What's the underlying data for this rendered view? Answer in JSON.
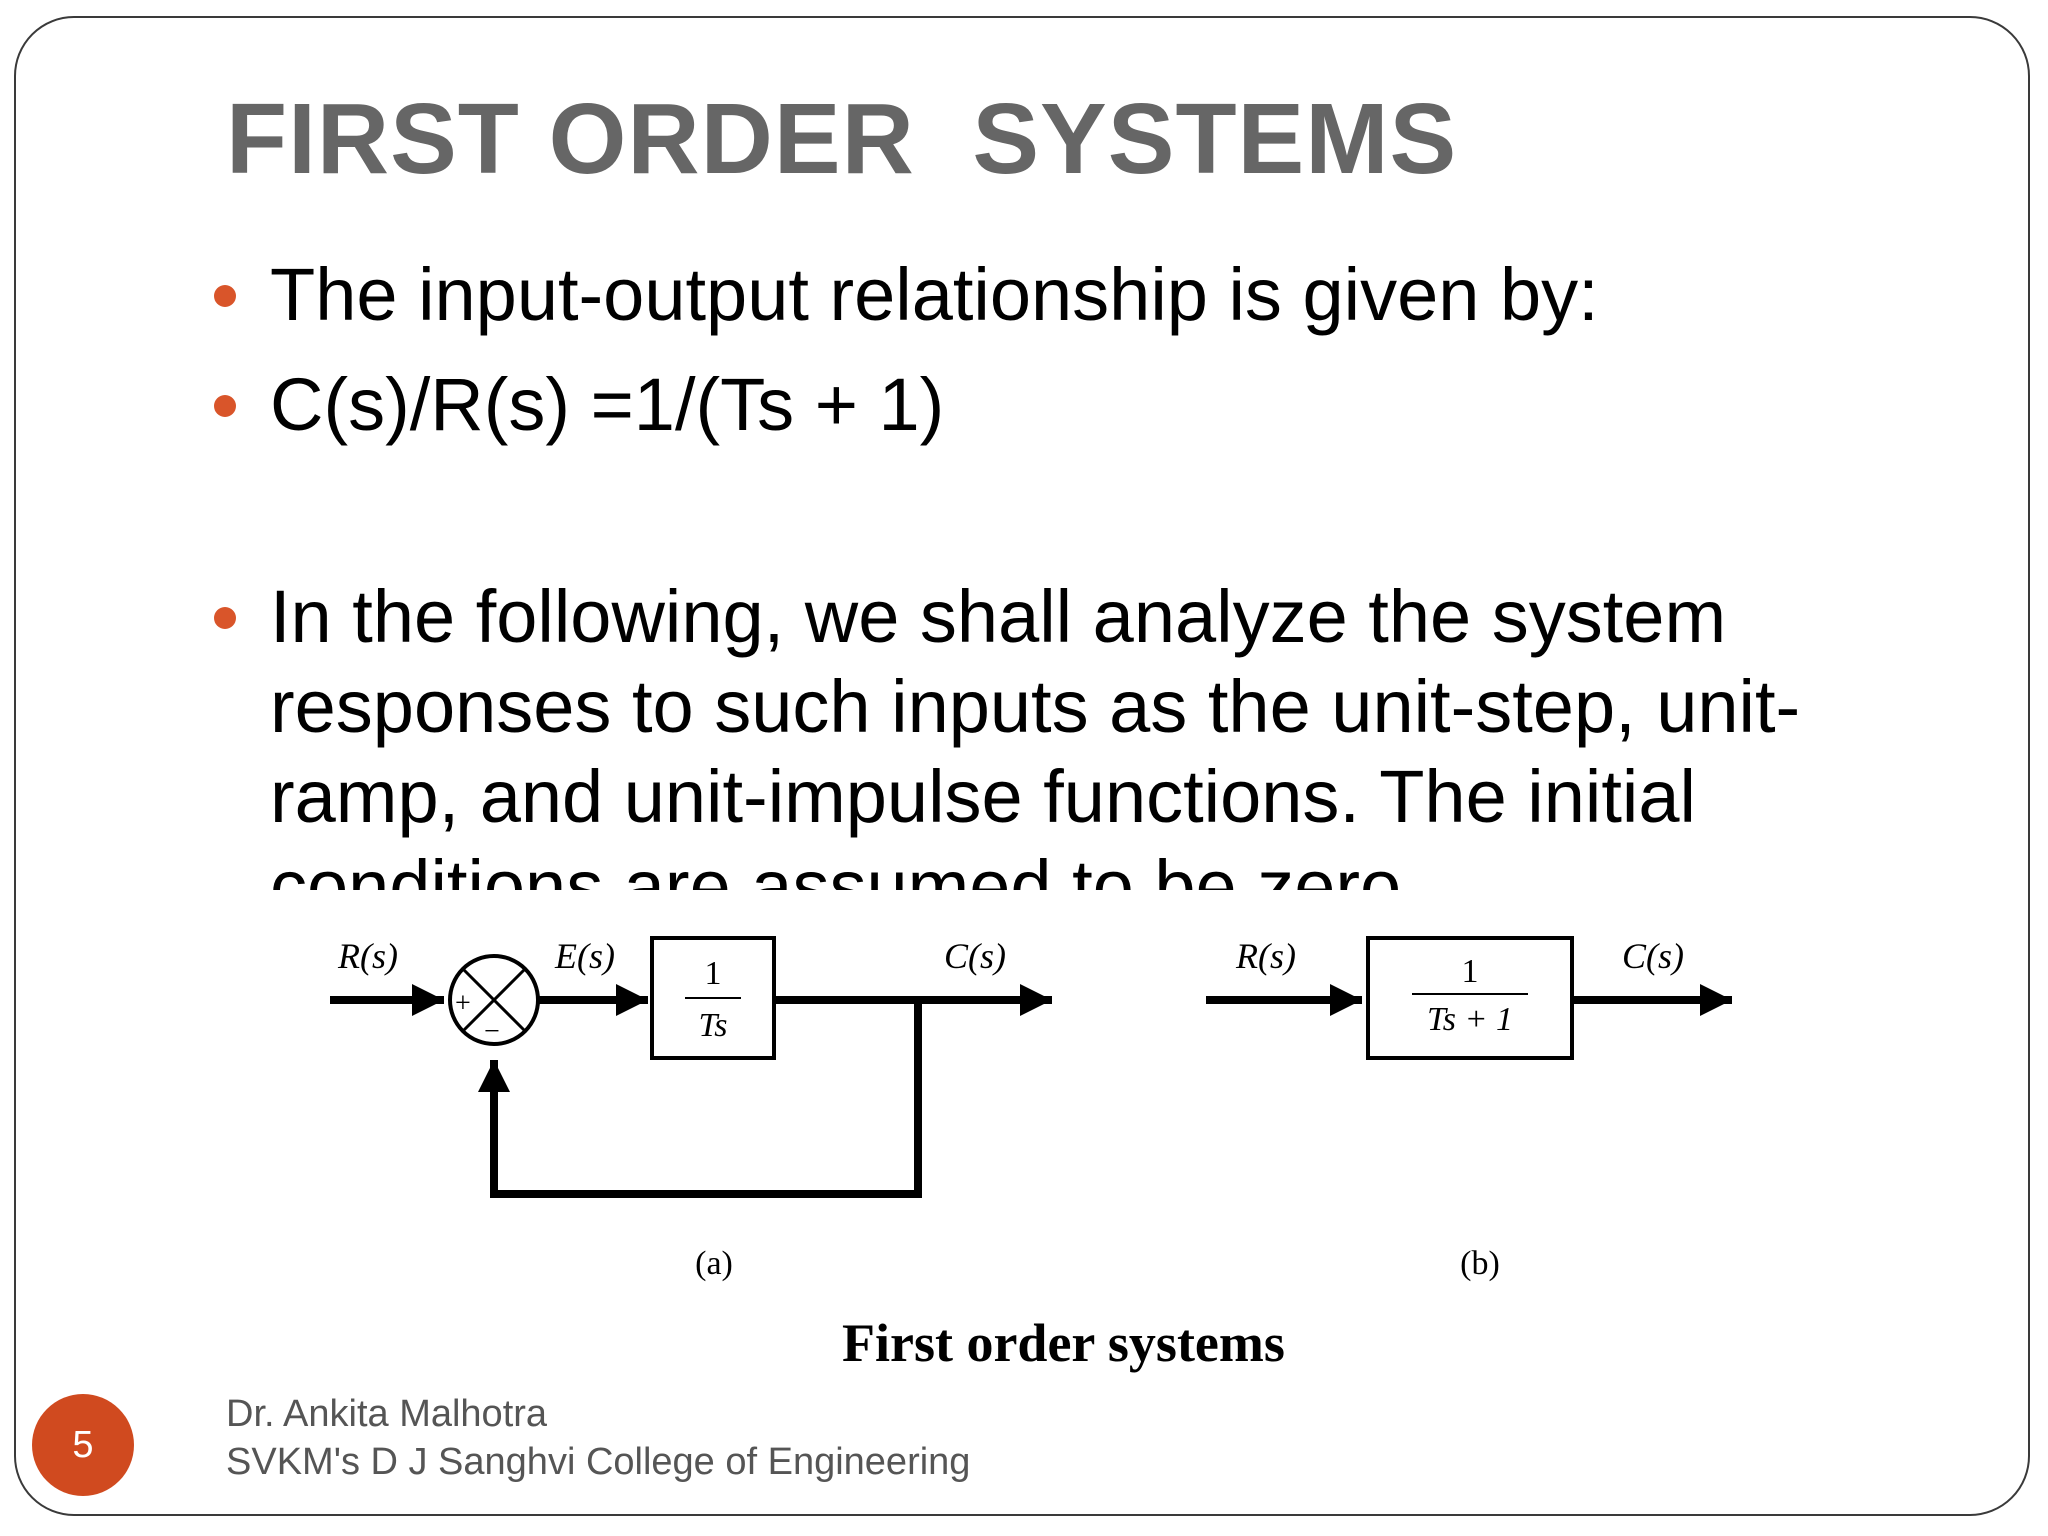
{
  "slide": {
    "title": "FIRST ORDER  SYSTEMS",
    "bullets": [
      "The input-output relationship is given by:",
      "C(s)/R(s) =1/(Ts + 1)",
      "In the following, we shall analyze the system responses to such inputs as the unit-step, unit-ramp, and unit-impulse functions. The initial conditions are assumed to be zero."
    ],
    "accent_color": "#d9552a",
    "page_number": "5",
    "footer": {
      "author": "Dr. Ankita Malhotra",
      "institution": "SVKM's D J Sanghvi College of Engineering"
    }
  },
  "diagram": {
    "caption": "First order systems",
    "a": {
      "label": "(a)",
      "input": "R(s)",
      "error": "E(s)",
      "output": "C(s)",
      "block_num": "1",
      "block_den": "Ts",
      "plus_sign": "+",
      "minus_sign": "−"
    },
    "b": {
      "label": "(b)",
      "input": "R(s)",
      "output": "C(s)",
      "block_num": "1",
      "block_den": "Ts + 1"
    }
  }
}
